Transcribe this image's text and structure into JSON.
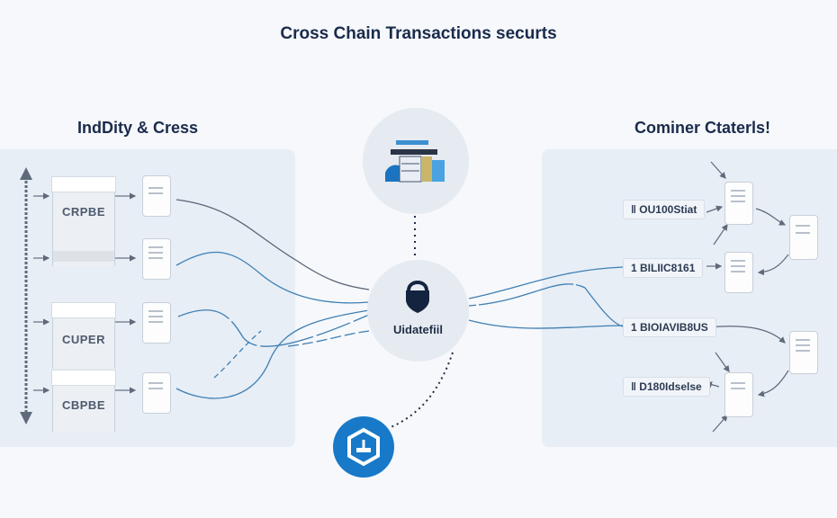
{
  "title": "Cross Chain Transactions securts",
  "left_section": {
    "heading": "IndDity & Cress",
    "blocks": [
      {
        "label": "CRPBE"
      },
      {
        "label": "CUPER"
      },
      {
        "label": "CBPBE"
      }
    ]
  },
  "center": {
    "top_node_icon": "server-stack-icon",
    "hub_label": "Uidatefiil",
    "hub_icon": "shield-lock-icon",
    "base_icon": "hexagon-node-icon"
  },
  "right_section": {
    "heading": "Cominer Ctaterls!",
    "tags": [
      {
        "label": "‖ OU100Stiat"
      },
      {
        "label": "1 BILIIC8161"
      },
      {
        "label": "1 BIOIAVIB8US"
      },
      {
        "label": "‖ D180Idselse"
      }
    ]
  },
  "colors": {
    "accent_blue": "#1779c8",
    "line_blue": "#3f7fb3",
    "line_gray": "#5a6577",
    "heading": "#1a2b4c",
    "panel": "#e7eef6"
  }
}
